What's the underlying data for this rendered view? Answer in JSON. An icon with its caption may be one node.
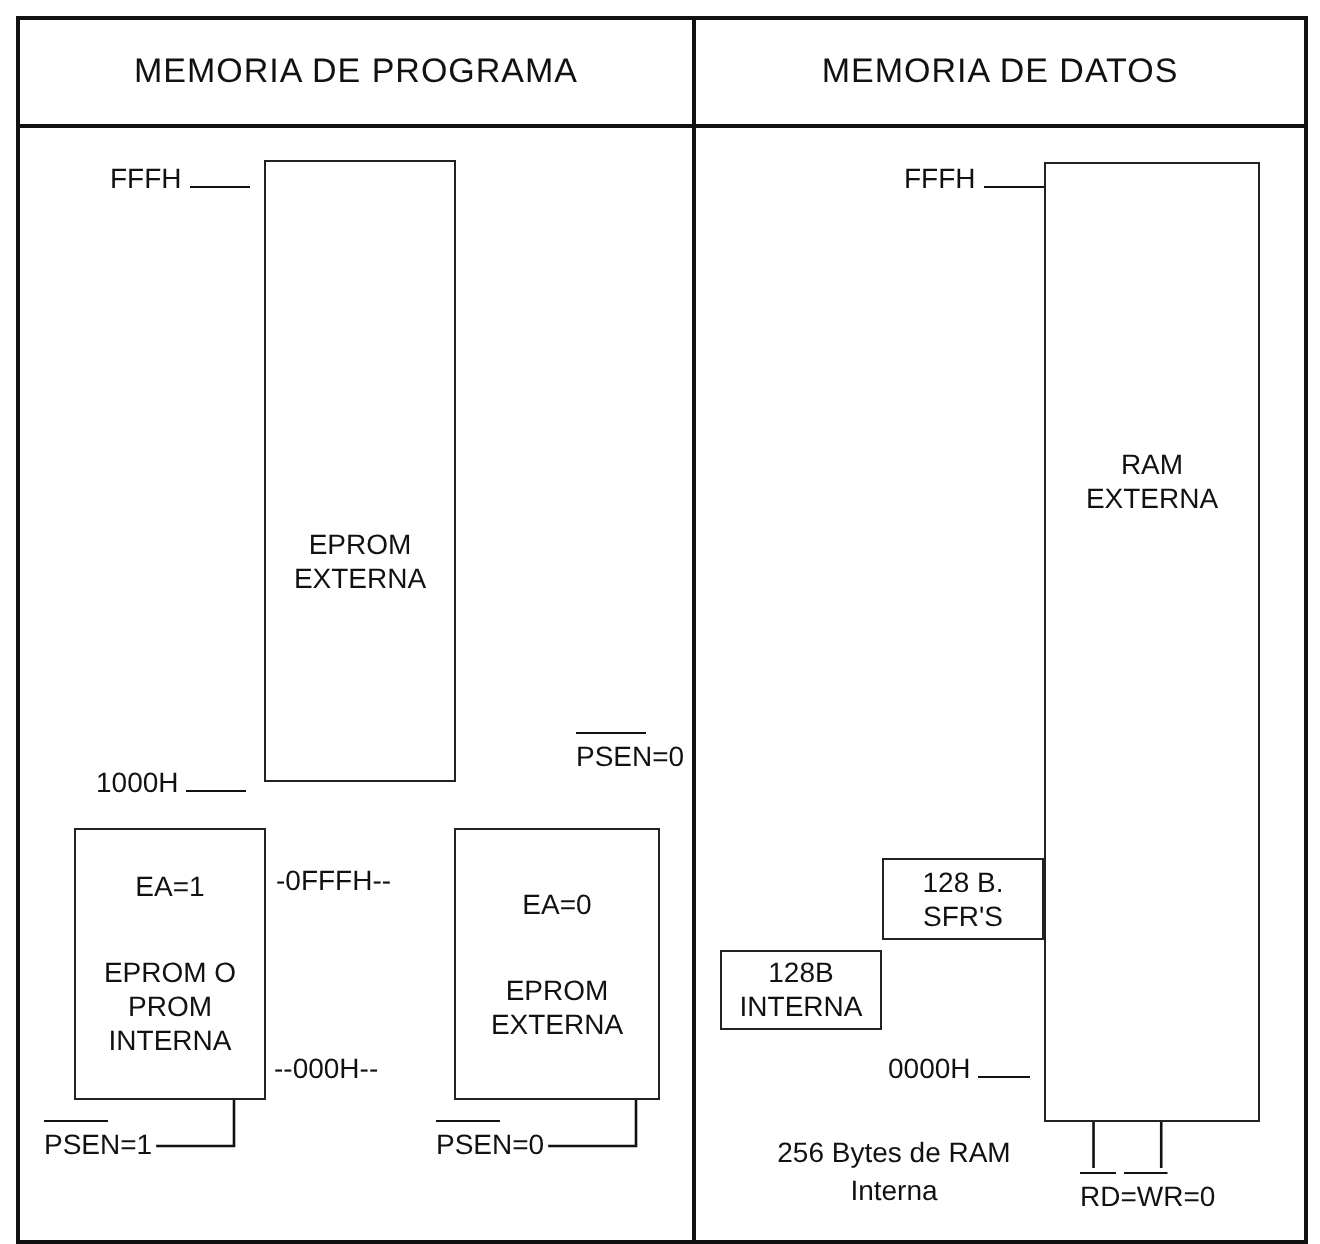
{
  "diagram": {
    "nodes": [
      {
        "text": [
          "MEMORIA DE PROGRAMA"
        ]
      },
      {
        "text": [
          "MEMORIA DE DATOS"
        ]
      },
      {
        "text": [
          "EPROM EXTERNA"
        ],
        "in": 0
      },
      {
        "text": [
          "EA=1",
          "EPROM O PROM INTERNA"
        ],
        "in": 0
      },
      {
        "text": [
          "EA=0",
          "EPROM EXTERNA"
        ],
        "in": 0
      },
      {
        "text": [
          "RAM EXTERNA"
        ],
        "in": 1
      },
      {
        "text": [
          "128 B. SFR'S"
        ],
        "in": 1
      },
      {
        "text": [
          "128B INTERNA"
        ],
        "in": 1
      },
      {
        "text": [
          "PSEN=1"
        ],
        "in": 0
      },
      {
        "text": [
          "PSEN=0"
        ],
        "in": 0
      },
      {
        "text": [
          "RD=WR=0"
        ],
        "in": 1
      },
      {
        "text": [
          "PSEN=0"
        ],
        "in": 0
      }
    ],
    "edges": [
      {
        "from": 8,
        "to": 3,
        "arrow": "none"
      },
      {
        "from": 9,
        "to": 4,
        "arrow": "none"
      },
      {
        "from": 10,
        "to": 5,
        "arrow": "none"
      }
    ],
    "labels": [
      "FFFH",
      "1000H",
      "-0FFFH--",
      "--000H--",
      "FFFH",
      "0000H",
      "256 Bytes de RAM Interna"
    ]
  }
}
